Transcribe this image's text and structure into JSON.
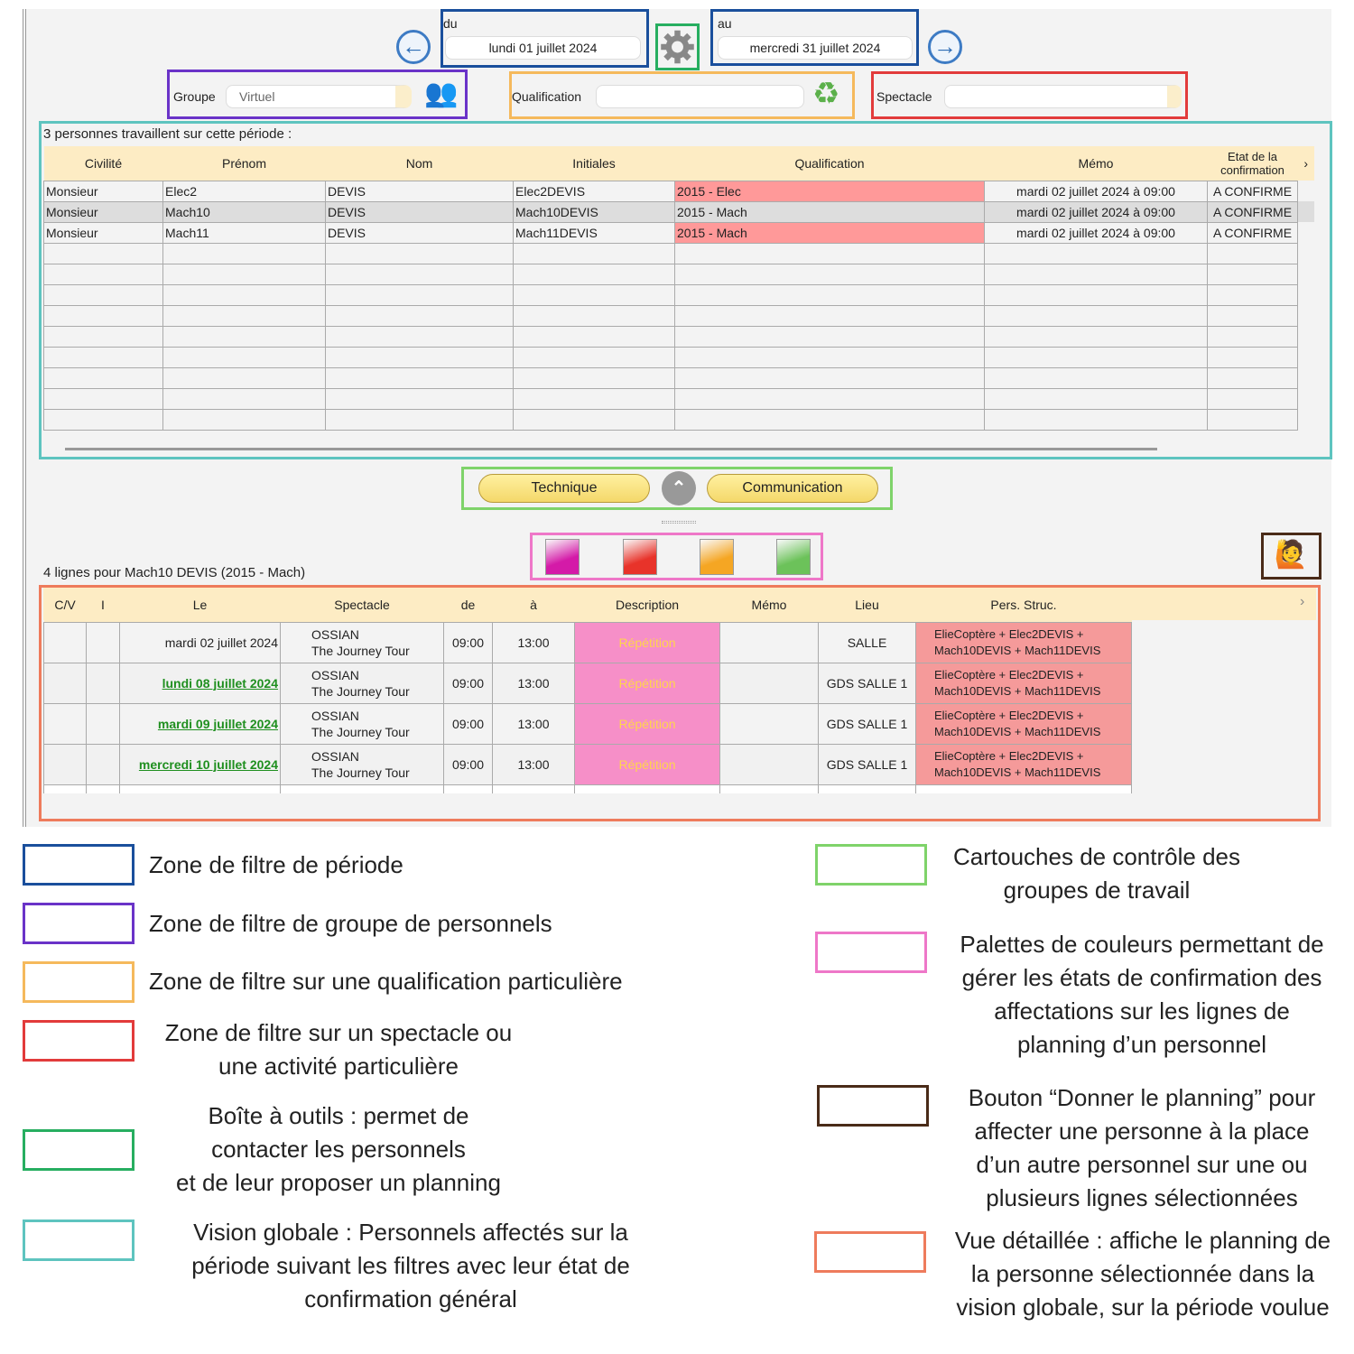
{
  "period": {
    "from_label": "du",
    "from_value": "lundi 01 juillet 2024",
    "to_label": "au",
    "to_value": "mercredi 31 juillet 2024"
  },
  "filters": {
    "group_label": "Groupe",
    "group_value": "Virtuel",
    "qualification_label": "Qualification",
    "qualification_value": "",
    "spectacle_label": "Spectacle",
    "spectacle_value": ""
  },
  "overview": {
    "title": "3 personnes travaillent sur cette période :",
    "columns": [
      "Civilité",
      "Prénom",
      "Nom",
      "Initiales",
      "Qualification",
      "Mémo",
      "Etat de la confirmation"
    ],
    "rows": [
      [
        "Monsieur",
        "Elec2",
        "DEVIS",
        "Elec2DEVIS",
        "2015 - Elec",
        "mardi 02 juillet 2024 à 09:00",
        "A CONFIRME"
      ],
      [
        "Monsieur",
        "Mach10",
        "DEVIS",
        "Mach10DEVIS",
        "2015 - Mach",
        "mardi 02 juillet 2024 à 09:00",
        "A CONFIRME"
      ],
      [
        "Monsieur",
        "Mach11",
        "DEVIS",
        "Mach11DEVIS",
        "2015 - Mach",
        "mardi 02 juillet 2024 à 09:00",
        "A CONFIRME"
      ]
    ],
    "selected_row": 1
  },
  "groups": {
    "technique": "Technique",
    "communication": "Communication"
  },
  "palette": [
    "#d41aa8",
    "#e8332a",
    "#f5a623",
    "#6cc25a"
  ],
  "detail": {
    "title": "4 lignes pour Mach10  DEVIS  (2015 - Mach)",
    "columns": [
      "C/V",
      "I",
      "Le",
      "Spectacle",
      "de",
      "à",
      "Description",
      "Mémo",
      "Lieu",
      "Pers. Struc."
    ],
    "rows": [
      {
        "le": "mardi 02 juillet 2024",
        "link": false,
        "spectacle": [
          "OSSIAN",
          "The Journey Tour"
        ],
        "de": "09:00",
        "a": "13:00",
        "description": "Répétition",
        "memo": "",
        "lieu": "SALLE",
        "pers": [
          "ElieCoptère + Elec2DEVIS +",
          "Mach10DEVIS + Mach11DEVIS"
        ]
      },
      {
        "le": "lundi 08 juillet 2024",
        "link": true,
        "spectacle": [
          "OSSIAN",
          "The Journey Tour"
        ],
        "de": "09:00",
        "a": "13:00",
        "description": "Répétition",
        "memo": "",
        "lieu": "GDS SALLE 1",
        "pers": [
          "ElieCoptère + Elec2DEVIS +",
          "Mach10DEVIS + Mach11DEVIS"
        ]
      },
      {
        "le": "mardi 09 juillet 2024",
        "link": true,
        "spectacle": [
          "OSSIAN",
          "The Journey Tour"
        ],
        "de": "09:00",
        "a": "13:00",
        "description": "Répétition",
        "memo": "",
        "lieu": "GDS SALLE 1",
        "pers": [
          "ElieCoptère + Elec2DEVIS +",
          "Mach10DEVIS + Mach11DEVIS"
        ]
      },
      {
        "le": "mercredi 10 juillet 2024",
        "link": true,
        "spectacle": [
          "OSSIAN",
          "The Journey Tour"
        ],
        "de": "09:00",
        "a": "13:00",
        "description": "Répétition",
        "memo": "",
        "lieu": "GDS SALLE 1",
        "pers": [
          "ElieCoptère + Elec2DEVIS +",
          "Mach10DEVIS + Mach11DEVIS"
        ]
      }
    ]
  },
  "legend": {
    "period": "Zone de filtre de période",
    "group": "Zone de filtre de groupe de personnels",
    "qualification": "Zone de filtre sur une qualification particulière",
    "spectacle": [
      "Zone de filtre sur un spectacle ou",
      "une activité particulière"
    ],
    "toolbox": [
      "Boîte à outils : permet de",
      "contacter les personnels",
      "et de leur proposer un planning"
    ],
    "overview": [
      "Vision globale : Personnels affectés sur la",
      "période suivant les filtres avec leur état de",
      "confirmation général"
    ],
    "cartouches": [
      "Cartouches de contrôle des",
      "groupes de travail"
    ],
    "palette": [
      "Palettes de couleurs permettant de",
      "gérer les états de confirmation des",
      "affectations sur les lignes de",
      "planning d’un personnel"
    ],
    "give": [
      "Bouton “Donner le planning” pour",
      "affecter une personne à la place",
      "d’un autre personnel sur une ou",
      "plusieurs lignes sélectionnées"
    ],
    "detail": [
      "Vue détaillée : affiche le planning de",
      "la personne sélectionnée dans la",
      "vision globale, sur la période voulue"
    ]
  }
}
